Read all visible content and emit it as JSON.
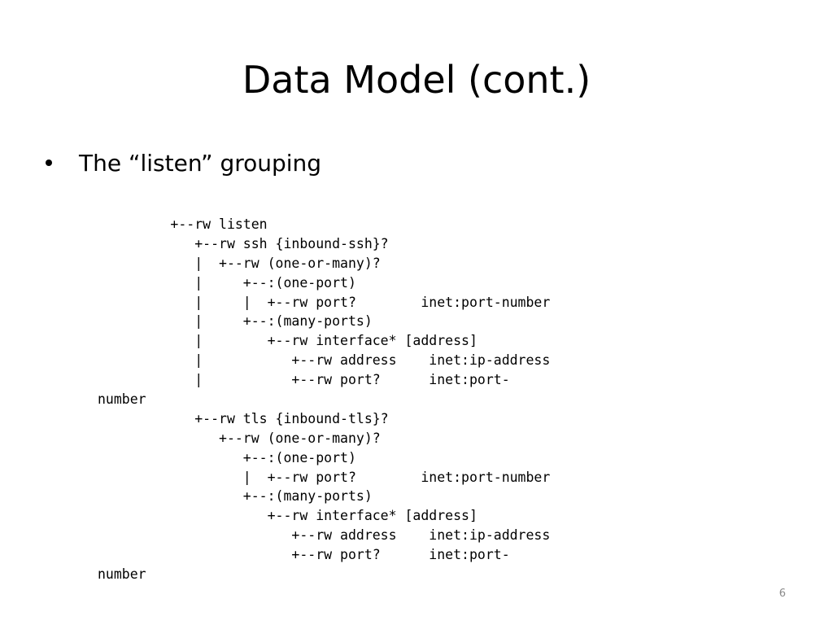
{
  "slide": {
    "title": "Data Model (cont.)",
    "bullet": "The “listen” grouping",
    "code_lines": [
      "         +--rw listen",
      "            +--rw ssh {inbound-ssh}?",
      "            |  +--rw (one-or-many)?",
      "            |     +--:(one-port)",
      "            |     |  +--rw port?        inet:port-number",
      "            |     +--:(many-ports)",
      "            |        +--rw interface* [address]",
      "            |           +--rw address    inet:ip-address",
      "            |           +--rw port?      inet:port-",
      "number",
      "            +--rw tls {inbound-tls}?",
      "               +--rw (one-or-many)?",
      "                  +--:(one-port)",
      "                  |  +--rw port?        inet:port-number",
      "                  +--:(many-ports)",
      "                     +--rw interface* [address]",
      "                        +--rw address    inet:ip-address",
      "                        +--rw port?      inet:port-",
      "number"
    ],
    "page_number": "6"
  }
}
